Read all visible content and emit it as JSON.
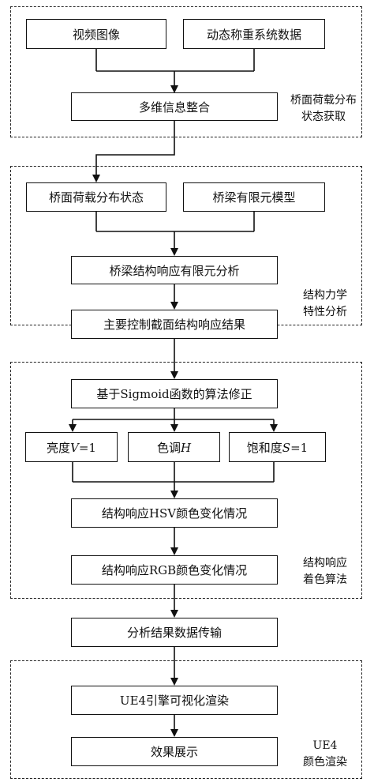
{
  "groups": {
    "load": {
      "label_line1": "桥面荷载分布",
      "label_line2": "状态获取"
    },
    "mech": {
      "label_line1": "结构力学",
      "label_line2": "特性分析"
    },
    "color": {
      "label_line1": "结构响应",
      "label_line2": "着色算法"
    },
    "ue4": {
      "label_line1": "UE4",
      "label_line2": "颜色渲染"
    }
  },
  "nodes": {
    "video": "视频图像",
    "wim": "动态称重系统数据",
    "integrate": "多维信息整合",
    "load_state": "桥面荷载分布状态",
    "fem_model": "桥梁有限元模型",
    "fem_analysis": "桥梁结构响应有限元分析",
    "section_result": "主要控制截面结构响应结果",
    "sigmoid": "基于Sigmoid函数的算法修正",
    "brightness_prefix": "亮度",
    "brightness_var": "V",
    "brightness_suffix": "=1",
    "hue_prefix": "色调",
    "hue_var": "H",
    "saturation_prefix": "饱和度",
    "saturation_var": "S",
    "saturation_suffix": "=1",
    "hsv_change": "结构响应HSV颜色变化情况",
    "rgb_change": "结构响应RGB颜色变化情况",
    "transmit": "分析结果数据传输",
    "ue4_render": "UE4引擎可视化渲染",
    "effect": "效果展示"
  }
}
